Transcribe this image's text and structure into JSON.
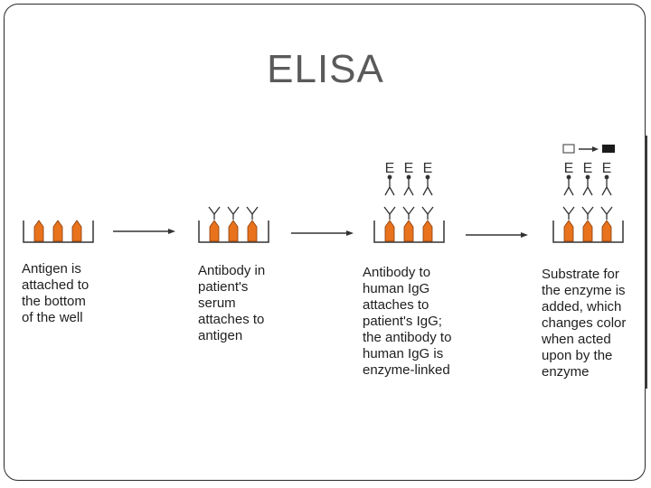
{
  "slide": {
    "title": "ELISA"
  },
  "steps": [
    {
      "lines": [
        "Antigen is",
        "attached to",
        "the bottom",
        "of the well"
      ]
    },
    {
      "lines": [
        "Antibody in",
        "patient's",
        "serum",
        "attaches to",
        "antigen"
      ]
    },
    {
      "lines": [
        "Antibody to",
        "human IgG",
        "attaches to",
        "patient's IgG;",
        "the antibody to",
        "human IgG is",
        "enzyme-linked"
      ]
    },
    {
      "lines": [
        "Substrate for",
        "the enzyme is",
        "added, which",
        "changes color",
        "when acted",
        "upon by the",
        "enzyme"
      ]
    }
  ],
  "enzyme_label": "E",
  "colors": {
    "antigen": "#e8731c",
    "antigen_outline": "#8a3a08",
    "line": "#333333",
    "product": "#1a1a1a"
  }
}
